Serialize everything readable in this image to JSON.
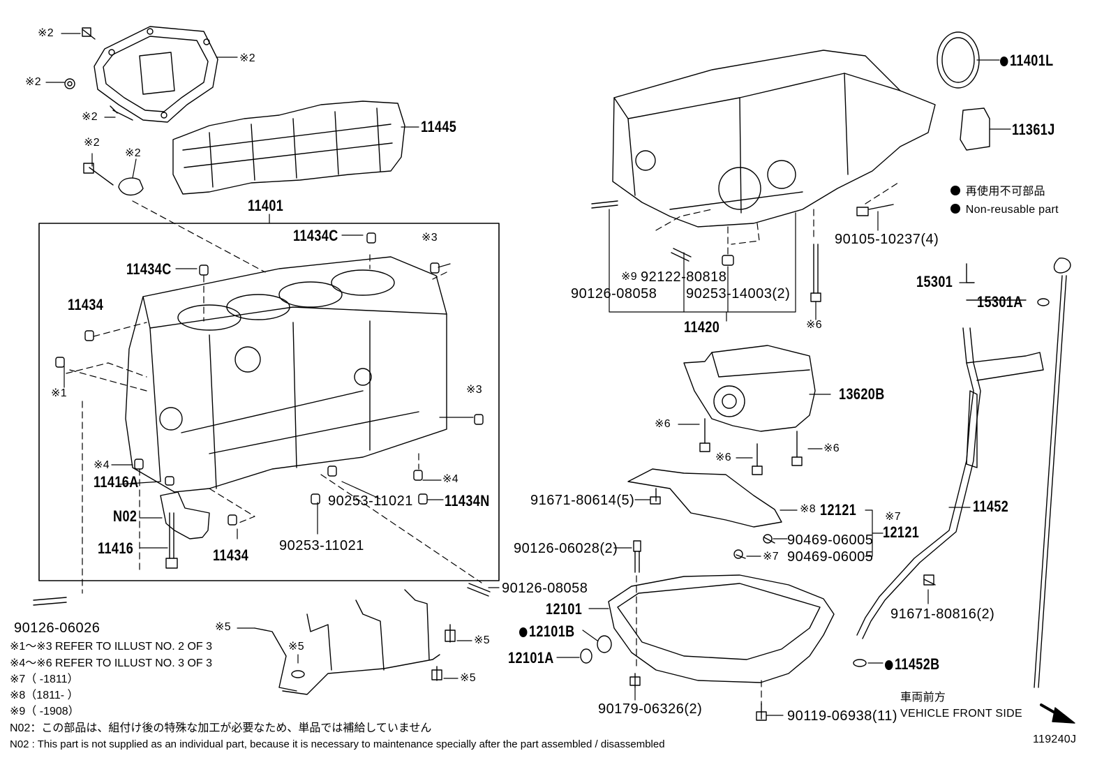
{
  "labels": {
    "n11401": "11401",
    "n11445": "11445",
    "n11434C_top": "11434C",
    "n11434C_left": "11434C",
    "n11434_left": "11434",
    "n11434_bottom": "11434",
    "n11416A": "11416A",
    "n11416": "11416",
    "n02": "N02",
    "n90253_a": "90253-11021",
    "n90253_b": "90253-11021",
    "n11434N": "11434N",
    "n90126_08058_low": "90126-08058",
    "n90126_06026": "90126-06026",
    "n11401L": "11401L",
    "n11361J": "11361J",
    "n90105": "90105-10237(4)",
    "n92122": "92122-80818",
    "n90126_08058_top": "90126-08058",
    "n90253_14003": "90253-14003(2)",
    "n11420": "11420",
    "n13620B": "13620B",
    "n15301": "15301",
    "n15301A": "15301A",
    "n11452": "11452",
    "n91671_80614": "91671-80614(5)",
    "n12121_a": "12121",
    "n12121_b": "12121",
    "n90469_a": "90469-06005",
    "n90469_b": "90469-06005",
    "n90126_06028": "90126-06028(2)",
    "n12101": "12101",
    "n12101B": "12101B",
    "n12101A": "12101A",
    "n91671_80816": "91671-80816(2)",
    "n11452B": "11452B",
    "n90179": "90179-06326(2)",
    "n90119": "90119-06938(11)"
  },
  "marks": {
    "m2a": "※2",
    "m2b": "※2",
    "m2c": "※2",
    "m2d": "※2",
    "m2e": "※2",
    "m2f": "※2",
    "m3a": "※3",
    "m3b": "※3",
    "m1": "※1",
    "m4a": "※4",
    "m4b": "※4",
    "m9": "※9",
    "m6a": "※6",
    "m6b": "※6",
    "m6c": "※6",
    "m6d": "※6",
    "m8": "※8",
    "m7a": "※7",
    "m7b": "※7",
    "m5a": "※5",
    "m5b": "※5",
    "m5c": "※5",
    "m5d": "※5"
  },
  "legend": {
    "jp": "再使用不可部品",
    "en": "Non-reusable part"
  },
  "notes": {
    "line1": "※1～※3  REFER TO ILLUST NO. 2 OF 3",
    "line2": "※4～※6  REFER TO ILLUST NO. 3 OF 3",
    "line3": "※7（      -1811）",
    "line4": "※8（1811-       ）",
    "line5": "※9（      -1908）",
    "n02_jp": "N02：この部品は、組付け後の特殊な加工が必要なため、単品では補給していません",
    "n02_en": "N02 : This part is not supplied as an individual part, because it is necessary to maintenance specially after the part assembled / disassembled"
  },
  "direction": {
    "jp": "車両前方",
    "en": "VEHICLE FRONT SIDE"
  },
  "illust_id": "119240J"
}
